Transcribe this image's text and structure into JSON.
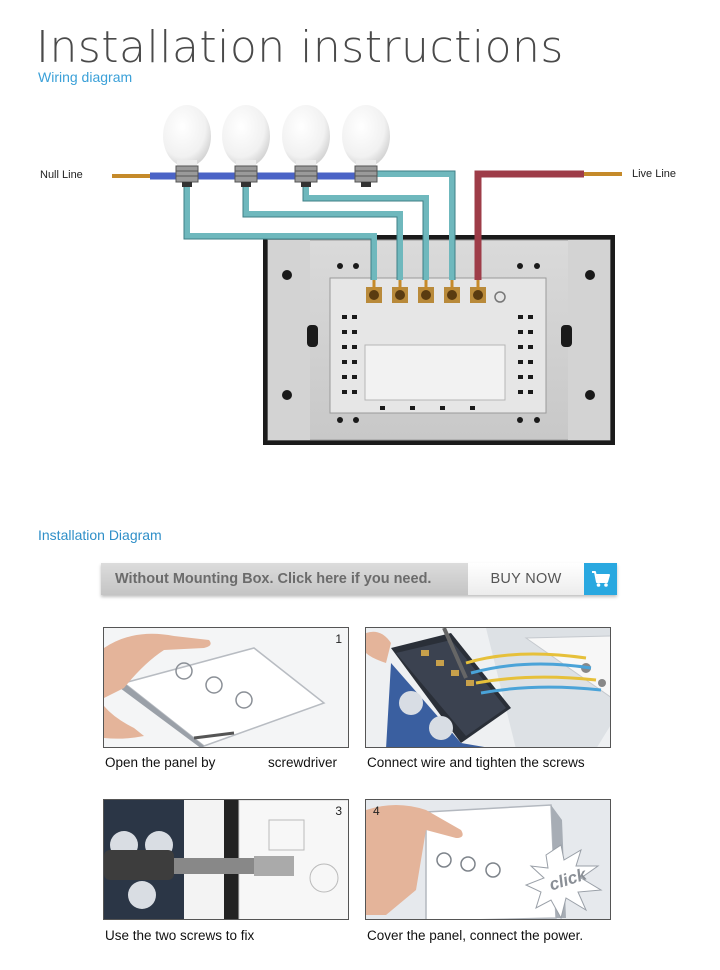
{
  "header": {
    "title": "Installation instructions",
    "subtitle": "Wiring diagram"
  },
  "wiring": {
    "null_label": "Null Line",
    "live_label": "Live Line",
    "bulb_count": 4,
    "colors": {
      "null_wire": "#4a63c6",
      "load_wire": "#6fb8bd",
      "live_wire": "#9e3c48",
      "copper": "#c58a2a"
    }
  },
  "installation": {
    "heading": "Installation Diagram",
    "banner": {
      "text": "Without Mounting Box. Click here if you need.",
      "button": "BUY NOW",
      "icon": "cart-icon",
      "accent": "#29a8e0"
    },
    "steps": [
      {
        "number": "1",
        "caption_left": "Open the panel by",
        "caption_right": "screwdriver"
      },
      {
        "number": "",
        "caption": "Connect wire and tighten the screws"
      },
      {
        "number": "3",
        "caption": "Use the two screws to fix"
      },
      {
        "number": "4",
        "caption": "Cover the panel, connect the power.",
        "badge": "click"
      }
    ]
  }
}
